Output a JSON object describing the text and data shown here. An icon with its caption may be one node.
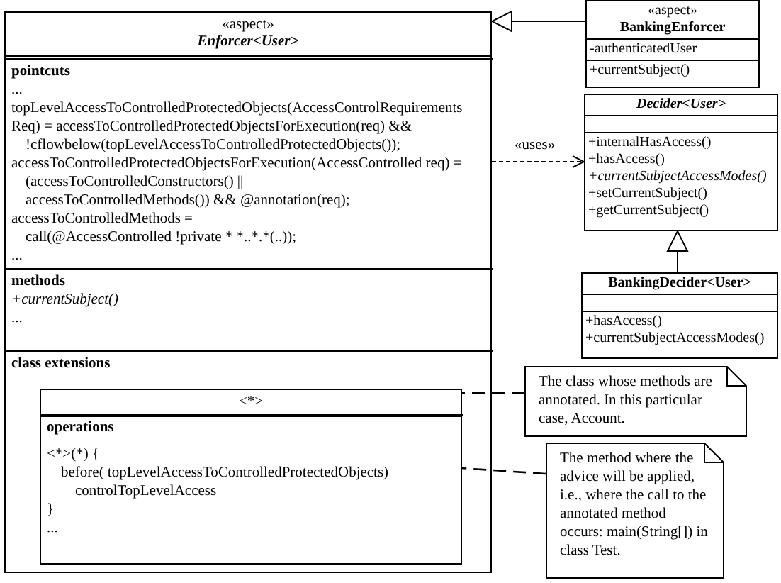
{
  "diagram": {
    "nodes": [
      {
        "text": [
          "«aspect»",
          "Enforcer<User>"
        ]
      },
      {
        "text": [
          "pointcuts",
          "...",
          "topLevelAccessToControlledProtectedObjects(AccessControlRequirements",
          "Req) = accessToControlledProtectedObjectsForExecution(req) &&",
          "!cflowbelow(topLevelAccessToControlledProtectedObjects());",
          "accessToControlledProtectedObjectsForExecution(AccessControlled req) =",
          "(accessToControlledConstructors() ||",
          "accessToControlledMethods()) && @annotation(req);",
          "accessToControlledMethods =",
          "call(@AccessControlled !private * *..*.*(..));",
          "..."
        ],
        "in": 0
      },
      {
        "text": [
          "methods",
          "+currentSubject()",
          "..."
        ],
        "in": 0
      },
      {
        "text": [
          "class extensions"
        ],
        "in": 0
      },
      {
        "text": [
          "<*>"
        ],
        "in": 3
      },
      {
        "text": [
          "operations",
          "<*>(*) {",
          "before( topLevelAccessToControlledProtectedObjects)",
          "controlTopLevelAccess",
          "}",
          "..."
        ],
        "in": 4
      },
      {
        "text": [
          "«aspect»",
          "BankingEnforcer",
          "-authenticatedUser",
          "+currentSubject()"
        ]
      },
      {
        "text": [
          "Decider<User>",
          "+internalHasAccess()",
          "+hasAccess()",
          "+currentSubjectAccessModes()",
          "+setCurrentSubject()",
          "+getCurrentSubject()"
        ]
      },
      {
        "text": [
          "BankingDecider<User>",
          "+hasAccess()",
          "+currentSubjectAccessModes()"
        ]
      },
      {
        "text": [
          "The class whose methods are annotated. In this particular case, Account."
        ]
      },
      {
        "text": [
          "The method where the advice will be applied, i.e., where the call to the annotated method occurs: main(String[]) in class Test."
        ]
      }
    ],
    "edges": [
      {
        "from": 6,
        "to": 0,
        "arrow": "to"
      },
      {
        "from": 0,
        "to": 7,
        "arrow": "to",
        "label": "«uses»",
        "style": "dashed"
      },
      {
        "from": 8,
        "to": 7,
        "arrow": "to"
      },
      {
        "from": 9,
        "to": 4,
        "arrow": "none",
        "style": "dashed"
      },
      {
        "from": 10,
        "to": 5,
        "arrow": "none",
        "style": "dashed"
      }
    ]
  }
}
